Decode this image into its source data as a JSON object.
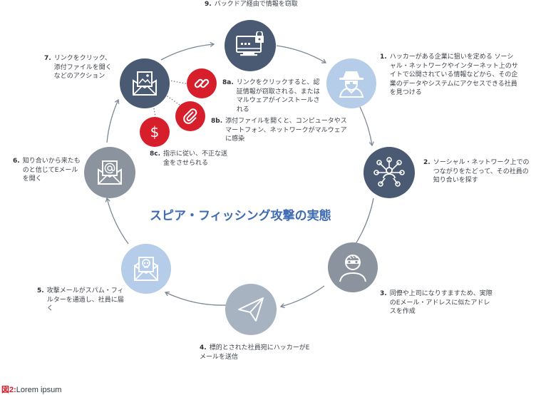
{
  "title": "スピア・フィッシング攻撃の実態",
  "caption": {
    "figure": "図2:",
    "text": "Lorem ipsum"
  },
  "steps": [
    {
      "num": "1.",
      "text": "ハッカーがある企業に狙いを定める ソーシャル・ネットワークやインターネット上のサイトで公開されている情報などから、その企業のデータやシステムにアクセスできる社員を見つける",
      "icon": "hacker-icon"
    },
    {
      "num": "2.",
      "text": "ソーシャル・ネットワーク上でのつながりをたどって、その社員の知り合いを探す",
      "icon": "network-icon"
    },
    {
      "num": "3.",
      "text": "同僚や上司になりすますため、実際のEメール・アドレスに似たアドレスを作成",
      "icon": "masked-person-icon"
    },
    {
      "num": "4.",
      "text": "標的とされた社員宛にハッカーがEメールを送信",
      "icon": "paper-plane-icon"
    },
    {
      "num": "5.",
      "text": "攻撃メールがスパム・フィルターを通過し、社員に届く",
      "icon": "skull-mail-icon"
    },
    {
      "num": "6.",
      "text": "知り合いから来たものと信じてEメールを開く",
      "icon": "at-mail-icon"
    },
    {
      "num": "7.",
      "text": "リンクをクリック、添付ファイルを開くなどのアクション",
      "icon": "image-mail-icon"
    },
    {
      "num": "8a.",
      "text": "リンクをクリックすると、認証情報が窃取される、またはマルウェアがインストールされる",
      "icon": "link-icon"
    },
    {
      "num": "8b.",
      "text": "添付ファイルを開くと、コンピュータやスマートフォン、ネットワークがマルウェアに感染",
      "icon": "paperclip-icon"
    },
    {
      "num": "8c.",
      "text": "指示に従い、不正な送金をさせられる",
      "icon": "dollar-icon"
    },
    {
      "num": "9.",
      "text": "バックドア経由で情報を窃取",
      "icon": "locked-monitor-icon"
    }
  ],
  "colors": {
    "dark_node": "#4a5a72",
    "light_blue_node": "#b5cde9",
    "gray_node": "#8a939e",
    "light_gray_node": "#a7b3c0",
    "accent_red": "#d71e2b",
    "title_blue": "#3d6bb5",
    "ring": "#7b8795"
  }
}
